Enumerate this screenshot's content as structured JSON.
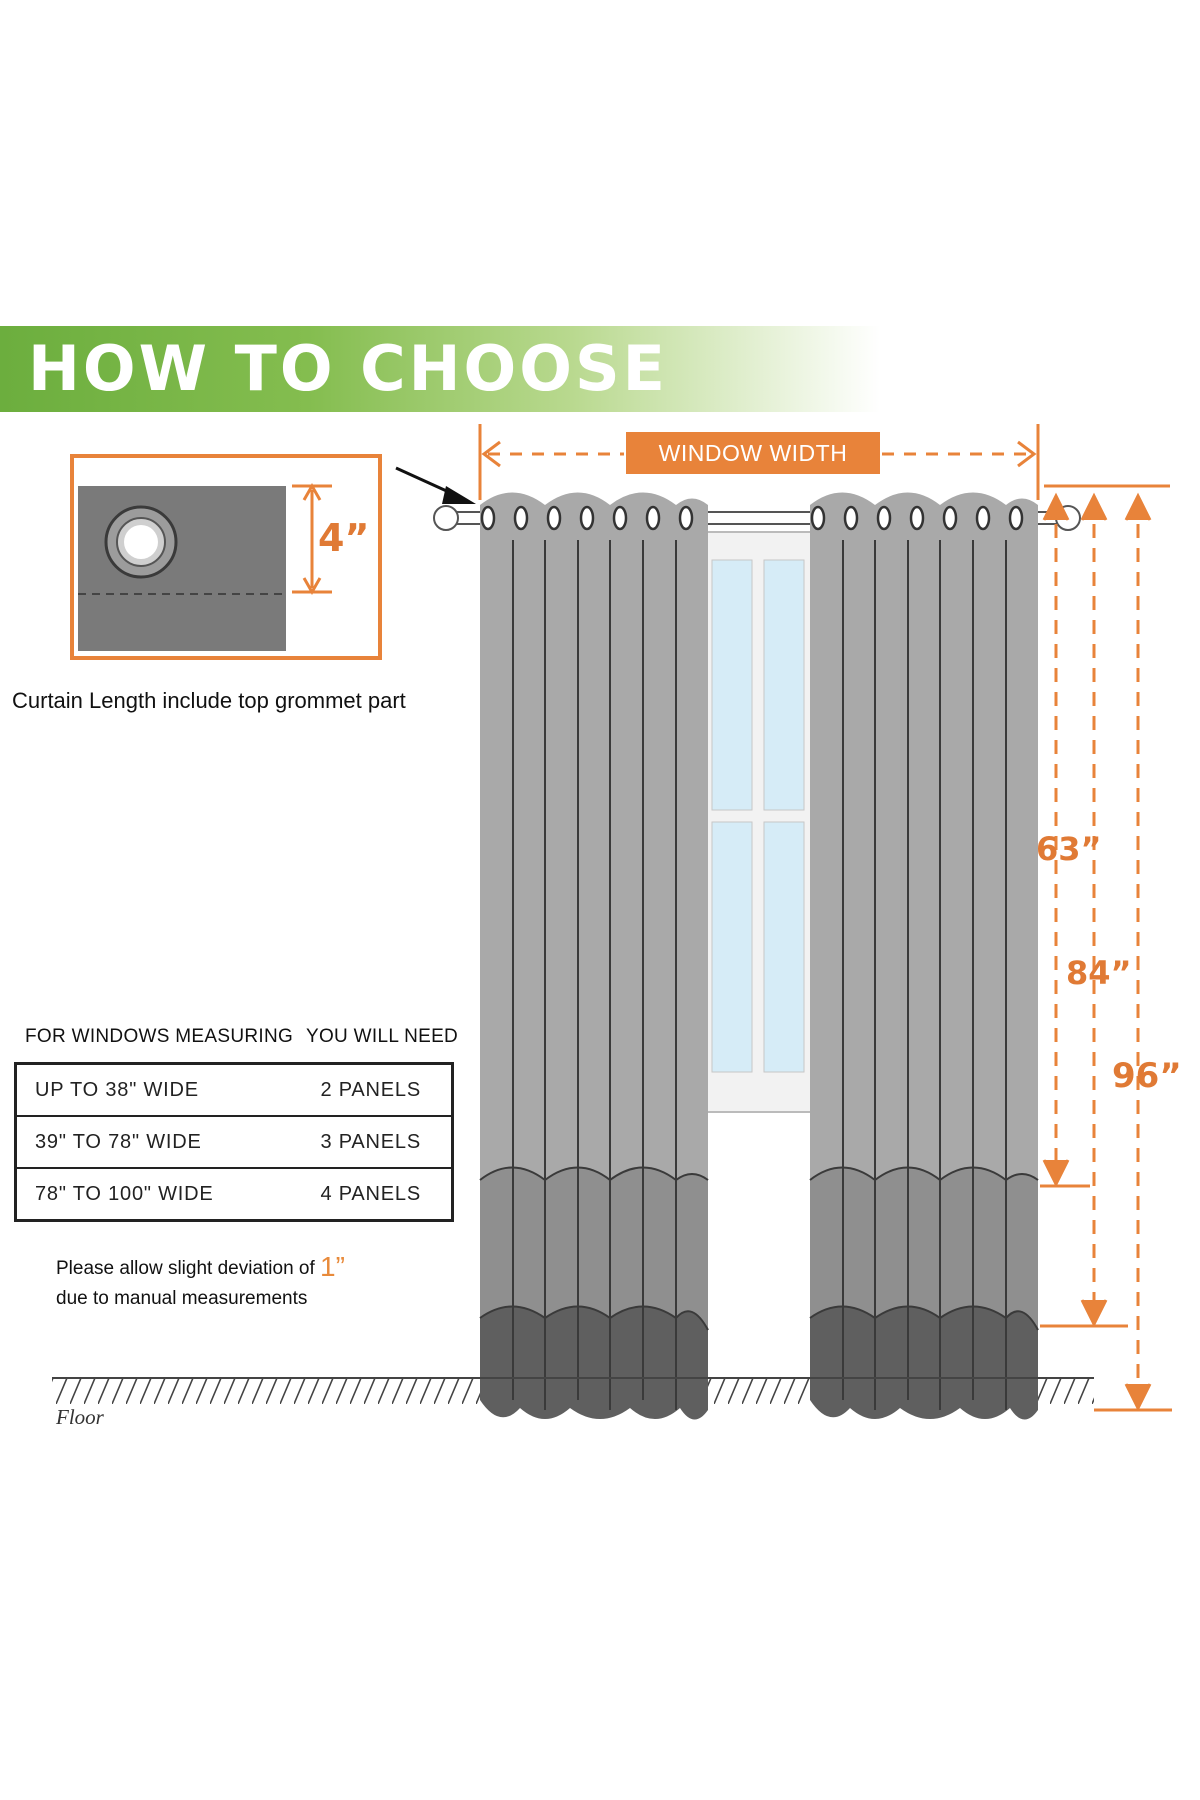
{
  "header": {
    "title": "HOW TO CHOOSE"
  },
  "grommet": {
    "height_label": "4”",
    "caption": "Curtain Length include top grommet part"
  },
  "window": {
    "width_label": "WINDOW WIDTH"
  },
  "lengths": {
    "short": "63”",
    "medium": "84”",
    "long": "96”"
  },
  "table": {
    "header_left": "FOR WINDOWS MEASURING",
    "header_right": "YOU WILL NEED",
    "rows": [
      {
        "width": "UP TO 38\" WIDE",
        "panels": "2 PANELS"
      },
      {
        "width": "39\" TO 78\" WIDE",
        "panels": "3 PANELS"
      },
      {
        "width": "78\" TO 100\" WIDE",
        "panels": "4 PANELS"
      }
    ]
  },
  "note": {
    "line1": "Please allow slight deviation of",
    "highlight": "1”",
    "line2": "due to manual measurements"
  },
  "floor": {
    "label": "Floor"
  },
  "colors": {
    "accent": "#e8833a",
    "banner_green": "#6cae3e",
    "curtain_light": "#a9a9a9",
    "curtain_mid": "#8f8f8f",
    "curtain_dark": "#5f5f5f",
    "glass": "#d6ecf7"
  }
}
